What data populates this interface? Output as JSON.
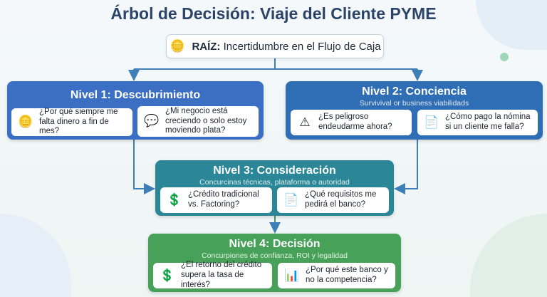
{
  "title": "Árbol de Decisión: Viaje del Cliente PYME",
  "root": {
    "label_bold": "RAÍZ:",
    "label": "Incertidumbre en el Flujo de Caja",
    "icon": "coins-icon"
  },
  "levels": [
    {
      "title": "Nivel 1: Descubrimiento",
      "color": "#3a6fc4",
      "cards": [
        {
          "text": "¿Por qué siempre me falta dinero a fin de mes?",
          "icon": "coins-icon"
        },
        {
          "text": "¿Mi negocio está creciendo o solo estoy moviendo plata?",
          "icon": "question-bubble-icon"
        }
      ]
    },
    {
      "title": "Nivel 2: Conciencia",
      "subtitle": "Survivival or business viabilidads",
      "color": "#2f6db4",
      "cards": [
        {
          "text": "¿Es peligroso endeudarme ahora?",
          "icon": "warning-bubble-icon"
        },
        {
          "text": "¿Cómo pago la nómina si un cliente me falla?",
          "icon": "document-check-icon"
        }
      ]
    },
    {
      "title": "Nivel 3: Consideración",
      "subtitle": "Concurcinas técnicas, plataforma o autoridad",
      "color": "#2b8797",
      "cards": [
        {
          "text": "¿Crédito tradicional vs. Factoring?",
          "icon": "hand-coin-icon"
        },
        {
          "text": "¿Qué requisitos me pedirá el banco?",
          "icon": "document-check-icon"
        }
      ]
    },
    {
      "title": "Nivel 4: Decisión",
      "subtitle": "Concurpiones de confianza, ROI y legalidad",
      "color": "#47a158",
      "cards": [
        {
          "text": "¿El retorno del crédito supera la tasa de interés?",
          "icon": "hand-coin-icon"
        },
        {
          "text": "¿Por qué este banco y no la competencia?",
          "icon": "chart-report-icon"
        }
      ]
    }
  ]
}
